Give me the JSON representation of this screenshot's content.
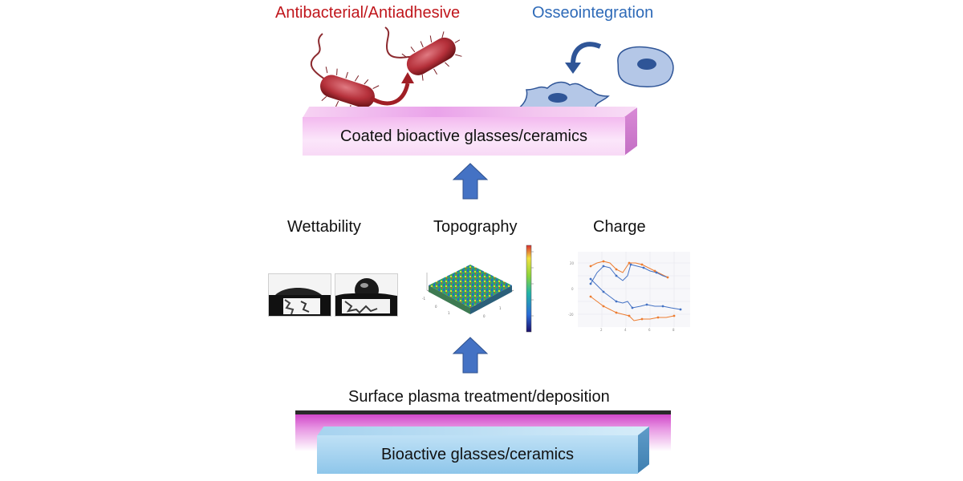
{
  "labels": {
    "antibacterial": "Antibacterial/Antiadhesive",
    "osseointegration": "Osseointegration",
    "coated": "Coated bioactive glasses/ceramics",
    "wettability": "Wettability",
    "topography": "Topography",
    "charge": "Charge",
    "plasma": "Surface plasma treatment/deposition",
    "bioactive": "Bioactive glasses/ceramics"
  },
  "colors": {
    "antibacterial_text": "#c0161c",
    "osseointegration_text": "#2e6ab8",
    "arrow_blue": "#4472c4",
    "bacteria_red": "#b5303a",
    "cell_fill": "#b4c7e7",
    "nucleus": "#2f5597",
    "orange_series": "#ed7d31",
    "blue_series": "#4472c4"
  },
  "icons": [
    "up-arrow-icon",
    "bacterium-icon",
    "cell-icon",
    "curved-arrow-icon"
  ]
}
